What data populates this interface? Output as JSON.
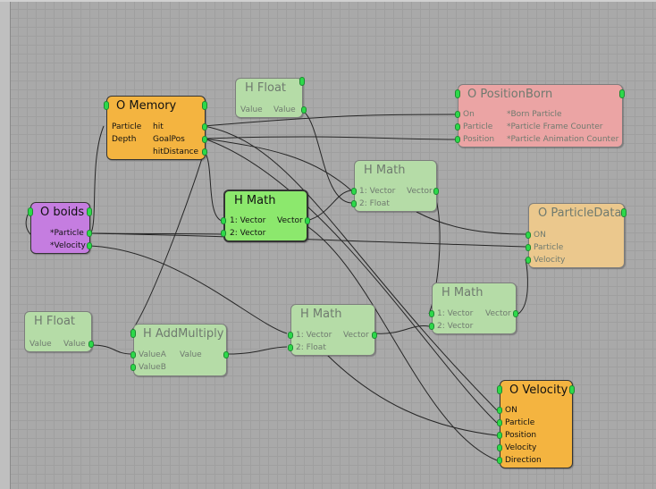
{
  "colors": {
    "green_node": "#b5dca7",
    "bright_green_node": "#8ce86d",
    "orange_node": "#f4b440",
    "pink_node": "#eba4a4",
    "purple_node": "#c57de0",
    "tan_node": "#ebc88d",
    "port": "#2dd94a",
    "wire": "#262626",
    "canvas": "#a9a9a9"
  },
  "nodes": {
    "hfloat_top": {
      "title": "H Float",
      "out_left": "Value",
      "out_right": "Value"
    },
    "position_born": {
      "title": "O PositionBorn",
      "in1": "On",
      "in2": "Particle",
      "in3": "Position",
      "p1": "*Born Particle",
      "p2": "*Particle Frame Counter",
      "p3": "*Particle Animation Counter"
    },
    "memory": {
      "title": "O Memory",
      "in1": "Particle",
      "in2": "Depth",
      "out1": "hit",
      "out2": "GoalPos",
      "out3": "hitDistance"
    },
    "hmath_upper": {
      "title": "H Math",
      "in1": "1: Vector",
      "in2": "2: Float",
      "out1": "Vector"
    },
    "boids": {
      "title": "O boids",
      "out1": "*Particle",
      "out2": "*Velocity"
    },
    "hmath_selected": {
      "title": "H Math",
      "in1": "1: Vector",
      "in2": "2: Vector",
      "out1": "Vector"
    },
    "particle_data": {
      "title": "O ParticleData",
      "in1": "ON",
      "in2": "Particle",
      "in3": "Velocity"
    },
    "hmath_right": {
      "title": "H Math",
      "in1": "1: Vector",
      "in2": "2: Vector",
      "out1": "Vector"
    },
    "hfloat_left": {
      "title": "H Float",
      "out_left": "Value",
      "out_right": "Value"
    },
    "add_multiply": {
      "title": "H AddMultiply",
      "in1": "ValueA",
      "in2": "ValueB",
      "out1": "Value"
    },
    "hmath_lower": {
      "title": "H Math",
      "in1": "1: Vector",
      "in2": "2: Float",
      "out1": "Vector"
    },
    "velocity": {
      "title": "O Velocity",
      "in1": "ON",
      "in2": "Particle",
      "in3": "Position",
      "in4": "Velocity",
      "in5": "Direction"
    }
  }
}
